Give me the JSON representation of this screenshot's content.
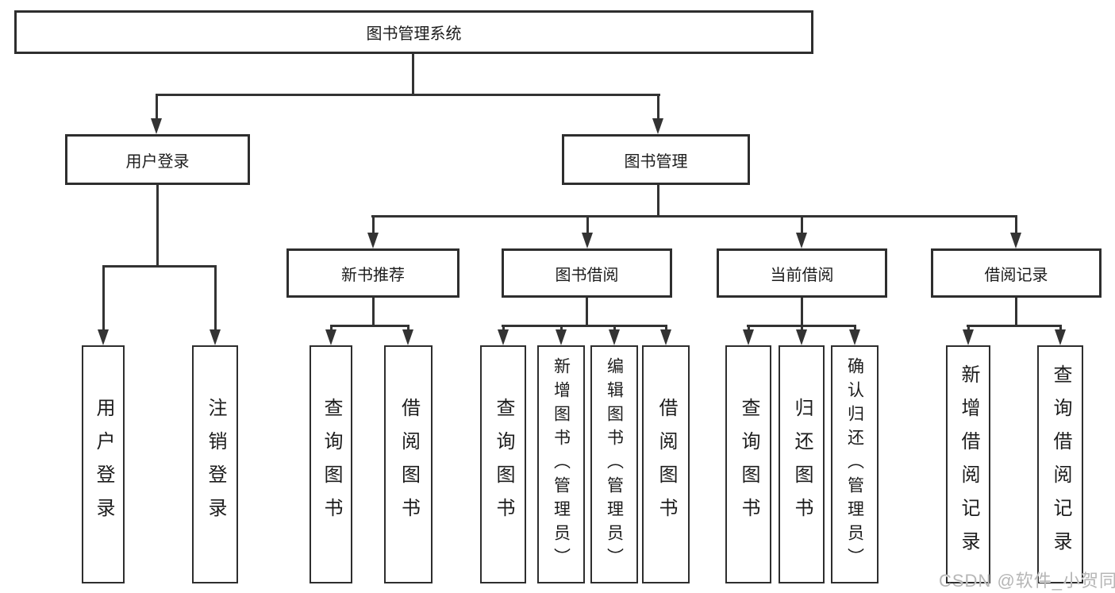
{
  "diagram": {
    "title": "图书管理系统",
    "children": [
      {
        "label": "用户登录",
        "children": [
          {
            "label": "用户登录"
          },
          {
            "label": "注销登录"
          }
        ]
      },
      {
        "label": "图书管理",
        "children": [
          {
            "label": "新书推荐",
            "children": [
              {
                "label": "查询图书"
              },
              {
                "label": "借阅图书"
              }
            ]
          },
          {
            "label": "图书借阅",
            "children": [
              {
                "label": "查询图书"
              },
              {
                "label": "新增图书（管理员）"
              },
              {
                "label": "编辑图书（管理员）"
              },
              {
                "label": "借阅图书"
              }
            ]
          },
          {
            "label": "当前借阅",
            "children": [
              {
                "label": "查询图书"
              },
              {
                "label": "归还图书"
              },
              {
                "label": "确认归还（管理员）"
              }
            ]
          },
          {
            "label": "借阅记录",
            "children": [
              {
                "label": "新增借阅记录"
              },
              {
                "label": "查询借阅记录"
              }
            ]
          }
        ]
      }
    ]
  },
  "watermark": {
    "text": "CSDN @软件_小贺同学"
  },
  "colors": {
    "line": "#333333",
    "box_border": "#2e2e2e",
    "box_fill": "#ffffff",
    "text": "#1c1c1c",
    "watermark": "#b6b6b6",
    "background": "#ffffff"
  }
}
